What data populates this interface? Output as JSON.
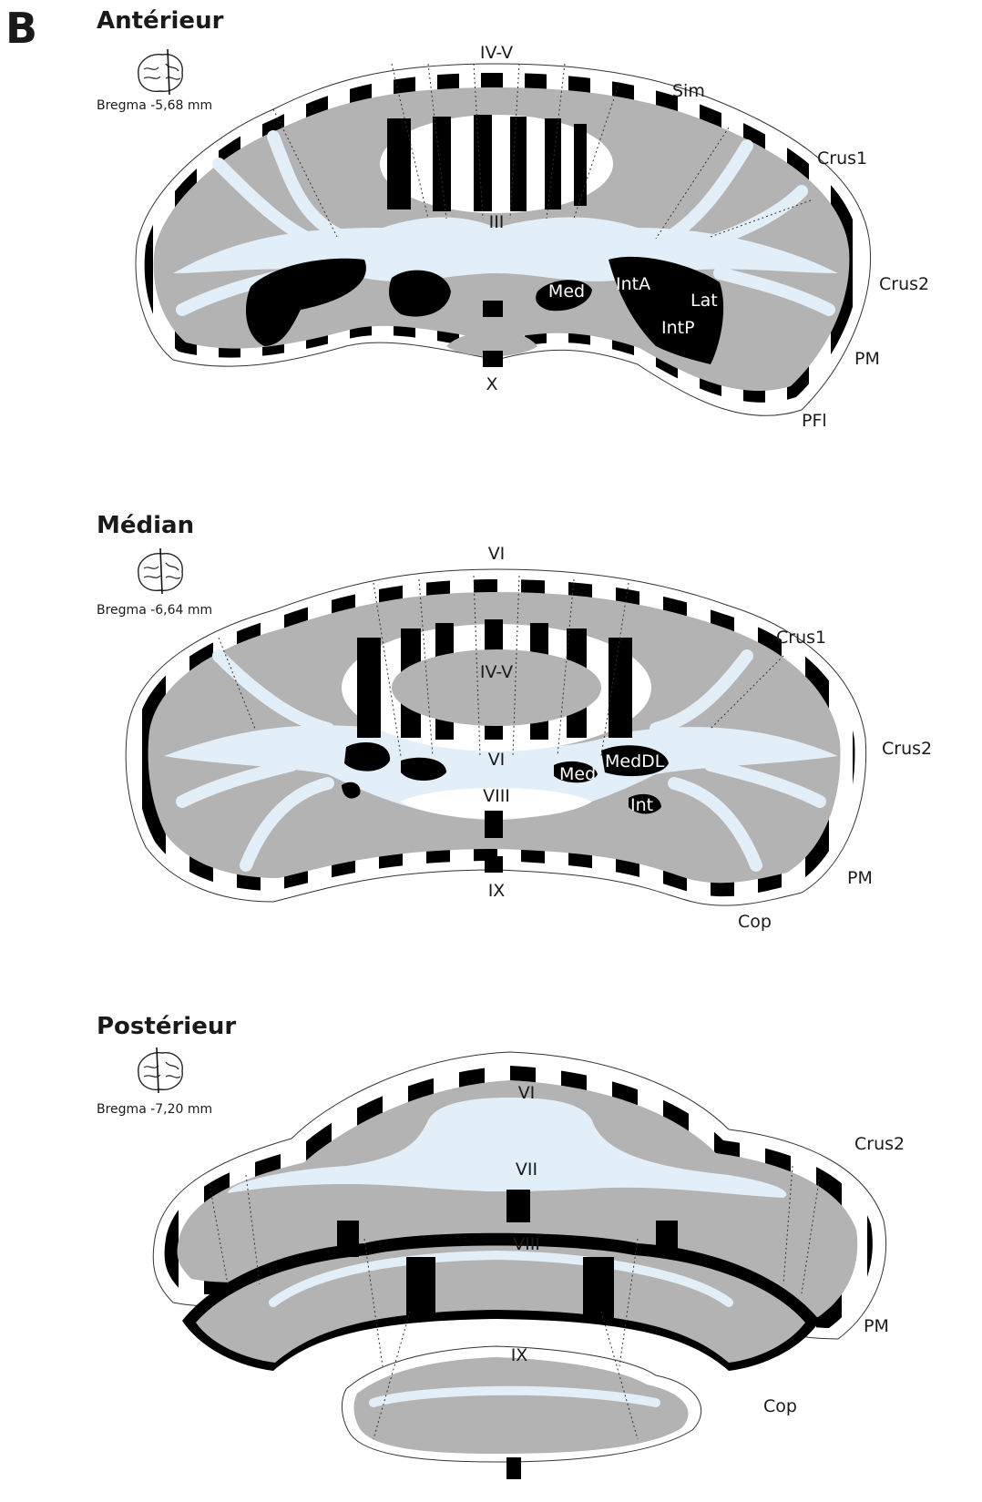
{
  "panel_label": "B",
  "sections": [
    {
      "title": "Antérieur",
      "bregma": "Bregma -5,68 mm",
      "labels": {
        "top": "IV-V",
        "sim": "Sim",
        "crus1": "Crus1",
        "crus2": "Crus2",
        "pm": "PM",
        "pfl": "PFl",
        "inner": "III",
        "bottom": "X",
        "med": "Med",
        "inta": "IntA",
        "lat": "Lat",
        "intp": "IntP"
      }
    },
    {
      "title": "Médian",
      "bregma": "Bregma -6,64 mm",
      "labels": {
        "top": "VI",
        "inner": "IV-V",
        "mid": "VI",
        "lower": "VIII",
        "bottom": "IX",
        "crus1": "Crus1",
        "crus2": "Crus2",
        "pm": "PM",
        "cop": "Cop",
        "med": "Med",
        "meddl": "MedDL",
        "int": "Int"
      }
    },
    {
      "title": "Postérieur",
      "bregma": "Bregma -7,20 mm",
      "labels": {
        "top": "VI",
        "vii": "VII",
        "viii": "VIII",
        "ix": "IX",
        "crus2": "Crus2",
        "pm": "PM",
        "cop": "Cop"
      }
    }
  ],
  "colors": {
    "gray_matter": "#b3b3b3",
    "white_matter": "#e2eef8",
    "stripe": "#000000",
    "outline": "#ffffff"
  }
}
